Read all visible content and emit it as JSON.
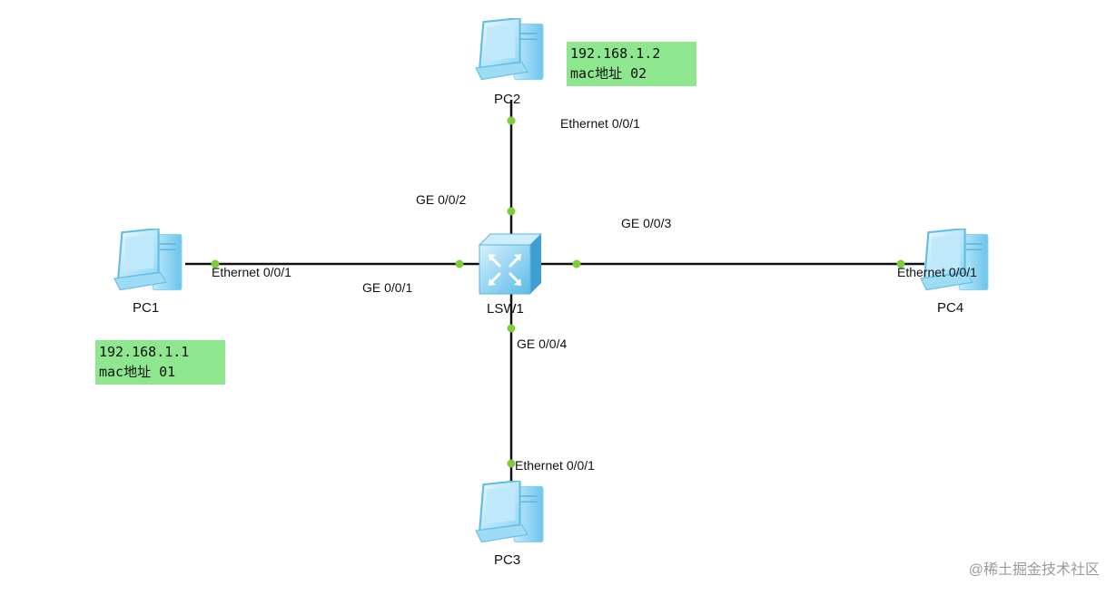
{
  "devices": {
    "pc1": {
      "name": "PC1"
    },
    "pc2": {
      "name": "PC2"
    },
    "pc3": {
      "name": "PC3"
    },
    "pc4": {
      "name": "PC4"
    },
    "switch": {
      "name": "LSW1"
    }
  },
  "ports": {
    "pc1_eth": "Ethernet 0/0/1",
    "pc2_eth": "Ethernet 0/0/1",
    "pc3_eth": "Ethernet 0/0/1",
    "pc4_eth": "Ethernet 0/0/1",
    "sw_ge1": "GE 0/0/1",
    "sw_ge2": "GE 0/0/2",
    "sw_ge3": "GE 0/0/3",
    "sw_ge4": "GE 0/0/4"
  },
  "notes": {
    "pc1": {
      "ip": "192.168.1.1",
      "mac": "mac地址 01"
    },
    "pc2": {
      "ip": "192.168.1.2",
      "mac": "mac地址 02"
    }
  },
  "watermark": "@稀土掘金技术社区",
  "colors": {
    "link": "#111111",
    "port_dot": "#7ccd3c",
    "note_bg": "#8ee78e",
    "pc_body": "#7fd0f2",
    "switch_body": "#6fc6ee"
  }
}
